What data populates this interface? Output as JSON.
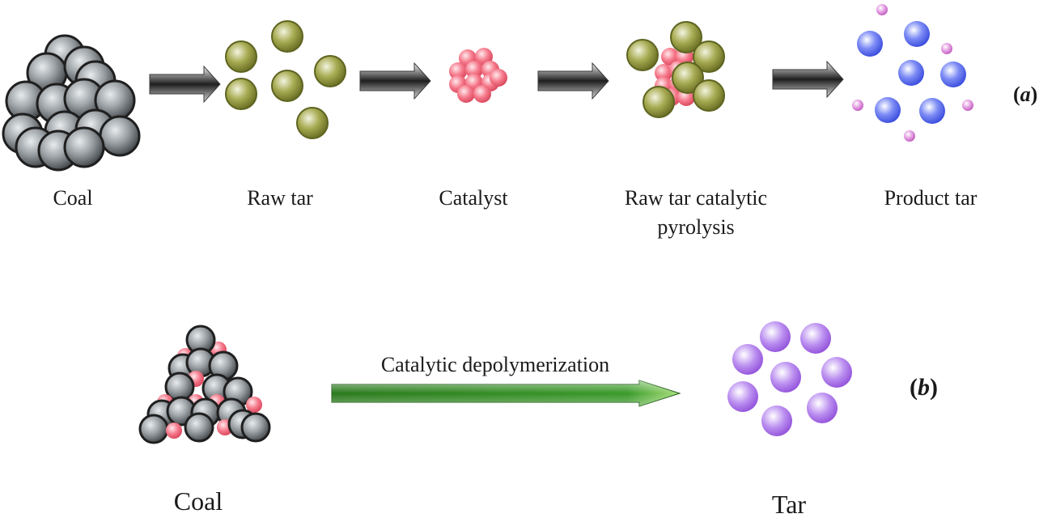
{
  "panel_a": {
    "tag": "a",
    "stages": [
      {
        "label": "Coal"
      },
      {
        "label": "Raw tar"
      },
      {
        "label": "Catalyst"
      },
      {
        "label_line1": "Raw tar catalytic",
        "label_line2": "pyrolysis"
      },
      {
        "label": "Product tar"
      }
    ]
  },
  "panel_b": {
    "tag": "b",
    "left_label": "Coal",
    "arrow_label": "Catalytic depolymerization",
    "right_label": "Tar"
  },
  "colors": {
    "coal": "#8a8a8a",
    "coal_outline": "#1f1f1f",
    "raw_tar": "#93983f",
    "raw_tar_outline": "#5e6420",
    "catalyst": "#f06a7c",
    "product_tar": "#4f63e6",
    "small_product": "#d27ad0",
    "tar_b": "#a066e0",
    "arrow_dark": "#222222",
    "arrow_green": "#2f8a22"
  }
}
